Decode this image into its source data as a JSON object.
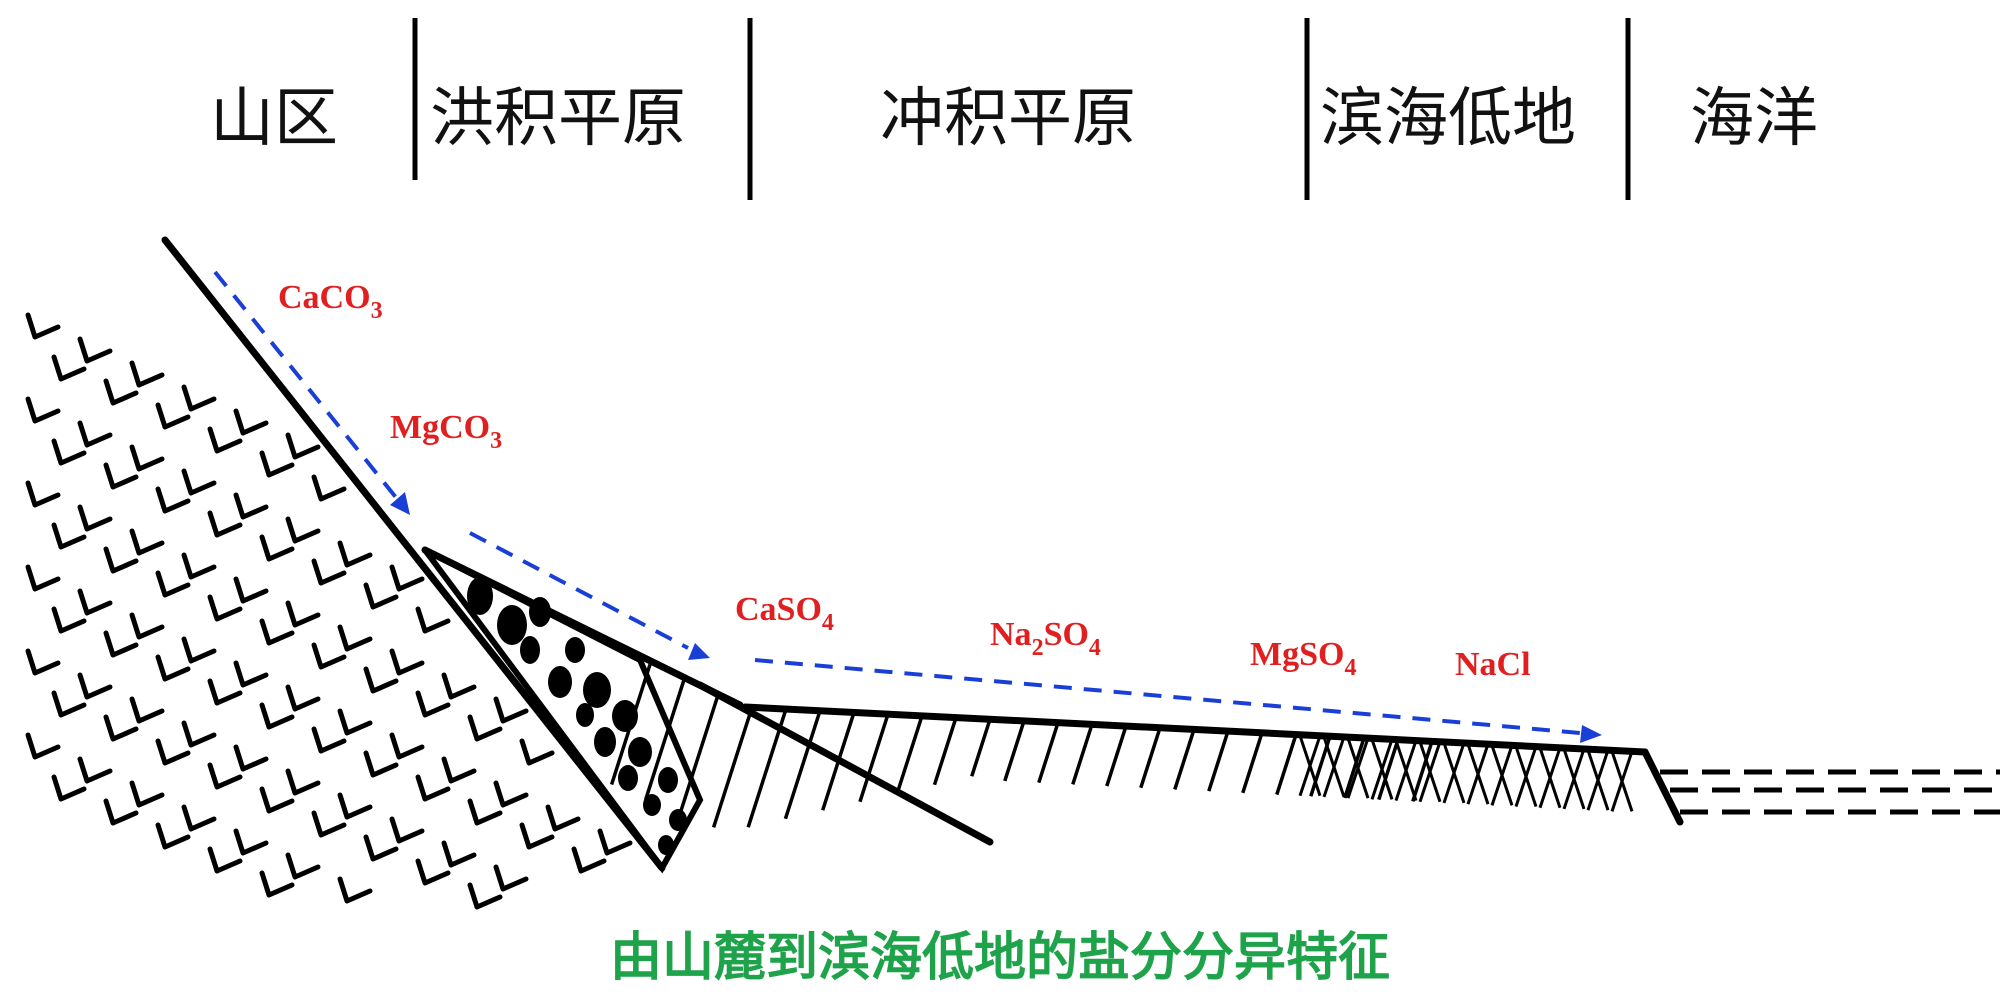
{
  "zones": [
    "山区",
    "洪积平原",
    "冲积平原",
    "滨海低地",
    "海洋"
  ],
  "salts": [
    {
      "base": "CaCO",
      "sub": "3"
    },
    {
      "base": "MgCO",
      "sub": "3"
    },
    {
      "base": "CaSO",
      "sub": "4"
    },
    {
      "pre": "Na",
      "sub1": "2",
      "base": "SO",
      "sub": "4"
    },
    {
      "base": "MgSO",
      "sub": "4"
    },
    {
      "base": "NaCl",
      "sub": ""
    }
  ],
  "caption": "由山麓到滨海低地的盐分分异特征",
  "colors": {
    "ink": "#000000",
    "salt_text": "#e02020",
    "flow_arrow": "#1a3fd6",
    "caption": "#1fa34a"
  }
}
